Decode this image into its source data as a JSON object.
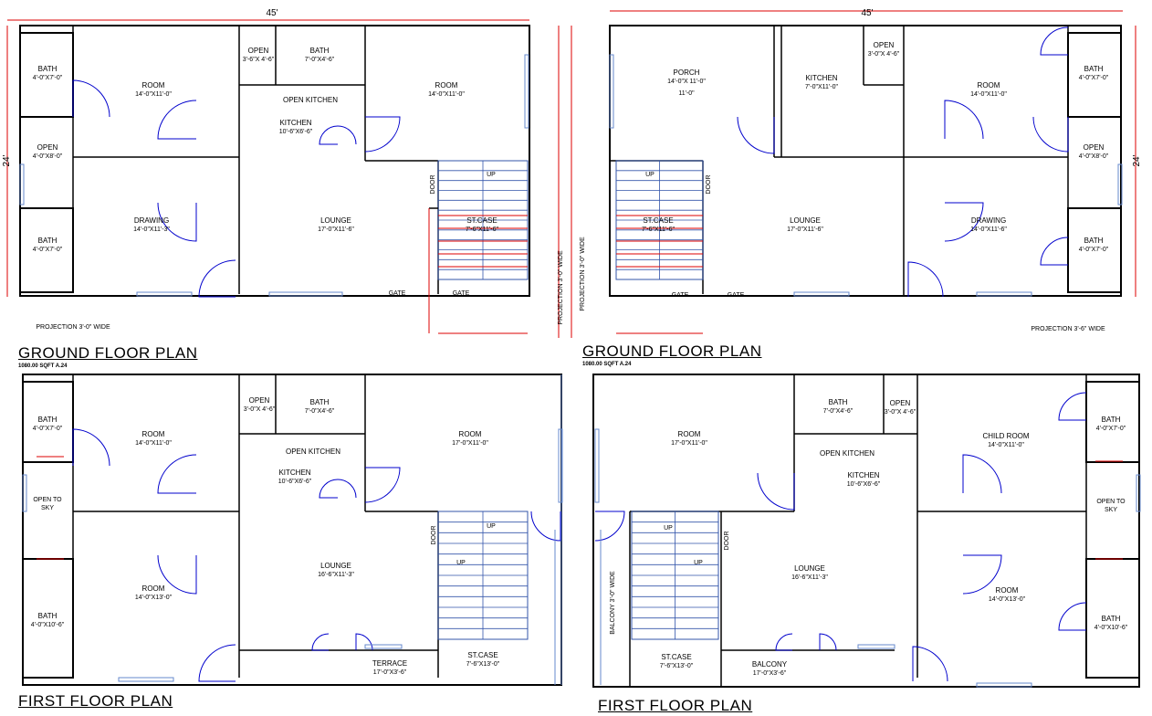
{
  "plans": [
    {
      "title": "GROUND FLOOR PLAN",
      "subtitle": "1080.00 SQFT A.24",
      "width_label": "45'",
      "height_label": "24'",
      "projection": "PROJECTION 3'-0\" WIDE",
      "side_projection": "PROJECTION 3'-0\" WIDE"
    },
    {
      "title": "GROUND FLOOR PLAN",
      "subtitle": "1080.00 SQFT A.24",
      "width_label": "45'",
      "height_label": "24'",
      "projection": "PROJECTION 3'-6\" WIDE",
      "side_projection": "PROJECTION 3'-0\" WIDE"
    },
    {
      "title": "FIRST FLOOR PLAN"
    },
    {
      "title": "FIRST FLOOR PLAN",
      "balcony_side": "BALCONY 3'-0\" WIDE"
    }
  ],
  "rooms": {
    "p1": [
      {
        "name": "BATH",
        "dim": "4'-0\"X7'-0\""
      },
      {
        "name": "ROOM",
        "dim": "14'-0\"X11'-0\""
      },
      {
        "name": "OPEN",
        "dim": "3'-6\"X 4'-6\""
      },
      {
        "name": "BATH",
        "dim": "7'-0\"X4'-6\""
      },
      {
        "name": "ROOM",
        "dim": "14'-0\"X11'-0\""
      },
      {
        "name": "OPEN KITCHEN",
        "dim": ""
      },
      {
        "name": "KITCHEN",
        "dim": "10'-6\"X6'-6\""
      },
      {
        "name": "OPEN",
        "dim": "4'-0\"X8'-0\""
      },
      {
        "name": "DRAWING",
        "dim": "14'-0\"X11'-3\""
      },
      {
        "name": "LOUNGE",
        "dim": "17'-0\"X11'-6\""
      },
      {
        "name": "ST.CASE",
        "dim": "7'-6\"X11'-6\""
      },
      {
        "name": "BATH",
        "dim": "4'-0\"X7'-0\""
      },
      {
        "name": "GATE",
        "dim": ""
      },
      {
        "name": "GATE",
        "dim": ""
      },
      {
        "name": "DOOR",
        "dim": ""
      },
      {
        "name": "UP",
        "dim": ""
      }
    ],
    "p2": [
      {
        "name": "PORCH",
        "dim": "14'-0\"X 11'-0\""
      },
      {
        "name": "KITCHEN",
        "dim": "7'-0\"X11'-0\""
      },
      {
        "name": "OPEN",
        "dim": "3'-0\"X 4'-6\""
      },
      {
        "name": "ROOM",
        "dim": "14'-0\"X11'-0\""
      },
      {
        "name": "BATH",
        "dim": "4'-0\"X7'-0\""
      },
      {
        "name": "OPEN",
        "dim": "4'-0\"X8'-0\""
      },
      {
        "name": "ST.CASE",
        "dim": "7'-6\"X11'-6\""
      },
      {
        "name": "LOUNGE",
        "dim": "17'-0\"X11'-6\""
      },
      {
        "name": "DRAWING",
        "dim": "14'-0\"X11'-6\""
      },
      {
        "name": "BATH",
        "dim": "4'-0\"X7'-0\""
      },
      {
        "name": "GATE",
        "dim": ""
      },
      {
        "name": "GATE",
        "dim": ""
      },
      {
        "name": "DOOR",
        "dim": ""
      },
      {
        "name": "UP",
        "dim": ""
      }
    ],
    "p3": [
      {
        "name": "BATH",
        "dim": "4'-0\"X7'-0\""
      },
      {
        "name": "ROOM",
        "dim": "14'-0\"X11'-0\""
      },
      {
        "name": "OPEN",
        "dim": "3'-0\"X 4'-6\""
      },
      {
        "name": "BATH",
        "dim": "7'-0\"X4'-6\""
      },
      {
        "name": "ROOM",
        "dim": "17'-0\"X11'-0\""
      },
      {
        "name": "OPEN KITCHEN",
        "dim": ""
      },
      {
        "name": "KITCHEN",
        "dim": "10'-6\"X6'-6\""
      },
      {
        "name": "OPEN TO SKY",
        "dim": ""
      },
      {
        "name": "LOUNGE",
        "dim": "16'-6\"X11'-3\""
      },
      {
        "name": "ROOM",
        "dim": "14'-0\"X13'-0\""
      },
      {
        "name": "BATH",
        "dim": "4'-0\"X10'-6\""
      },
      {
        "name": "TERRACE",
        "dim": "17'-0\"X3'-6\""
      },
      {
        "name": "ST.CASE",
        "dim": "7'-6\"X13'-0\""
      },
      {
        "name": "DOOR",
        "dim": ""
      },
      {
        "name": "UP",
        "dim": ""
      },
      {
        "name": "UP",
        "dim": ""
      }
    ],
    "p4": [
      {
        "name": "ROOM",
        "dim": "17'-0\"X11'-0\""
      },
      {
        "name": "BATH",
        "dim": "7'-0\"X4'-6\""
      },
      {
        "name": "OPEN",
        "dim": "3'-0\"X 4'-6\""
      },
      {
        "name": "CHILD ROOM",
        "dim": "14'-0\"X11'-0\""
      },
      {
        "name": "BATH",
        "dim": "4'-0\"X7'-0\""
      },
      {
        "name": "OPEN KITCHEN",
        "dim": ""
      },
      {
        "name": "KITCHEN",
        "dim": "10'-6\"X6'-6\""
      },
      {
        "name": "OPEN TO SKY",
        "dim": ""
      },
      {
        "name": "LOUNGE",
        "dim": "16'-6\"X11'-3\""
      },
      {
        "name": "ROOM",
        "dim": "14'-0\"X13'-0\""
      },
      {
        "name": "BATH",
        "dim": "4'-0\"X10'-6\""
      },
      {
        "name": "ST.CASE",
        "dim": "7'-6\"X13'-0\""
      },
      {
        "name": "BALCONY",
        "dim": "17'-0\"X3'-6\""
      },
      {
        "name": "DOOR",
        "dim": ""
      },
      {
        "name": "UP",
        "dim": ""
      },
      {
        "name": "UP",
        "dim": ""
      }
    ]
  },
  "colors": {
    "wall": "#000000",
    "door": "#0000cc",
    "stair": "#3355aa",
    "dimension": "#ff0000",
    "red_line": "#dd0000",
    "window": "#6688cc"
  }
}
